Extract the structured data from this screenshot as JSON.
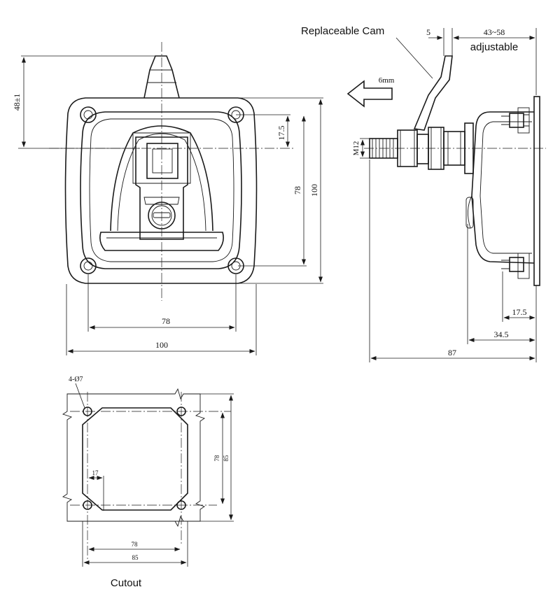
{
  "front_view": {
    "dim_height": "48±1",
    "dim_offset": "17.5",
    "dim_hole_spacing_v": "78",
    "dim_overall_v": "100",
    "dim_hole_spacing_h": "78",
    "dim_overall_h": "100"
  },
  "side_view": {
    "cam_label": "Replaceable Cam",
    "dim_cam_width": "5",
    "dim_adjust_range": "43~58",
    "adjustable_label": "adjustable",
    "arrow_label": "6mm",
    "thread_label": "M12",
    "dim_stud_offset": "17.5",
    "dim_body_depth": "34.5",
    "dim_total_depth": "87"
  },
  "cutout": {
    "hole_label": "4-Ø7",
    "dim_inner": "17",
    "dim_hole_spacing_v": "78",
    "dim_size_v": "85",
    "dim_hole_spacing_h": "78",
    "dim_size_h": "85",
    "caption": "Cutout"
  }
}
